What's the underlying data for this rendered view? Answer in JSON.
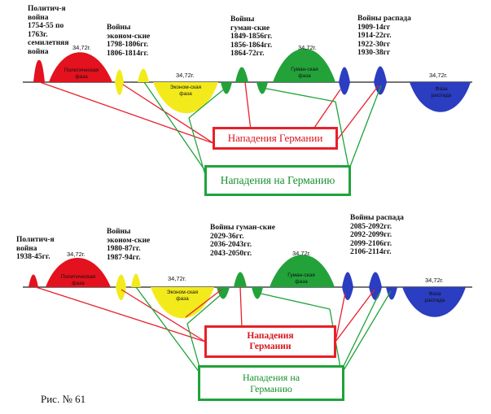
{
  "colors": {
    "political": "#e3121e",
    "economic": "#f3ea1c",
    "humanitarian": "#23a23a",
    "decay": "#2b3dc0",
    "attacks_by": "#e8202a",
    "attacks_on": "#1fa33a"
  },
  "top": {
    "labels": {
      "political_wars": "Политич-я\nвойна\n1754-55 по\n1763г.\nсемилетняя\nвойна",
      "economic_wars": "Войны\nэконом-ские\n1798-1806гг.\n1806-1814гг.",
      "humanitarian_wars": "Войны\nгуман-ские\n1849-1856гг.\n1856-1864гг.\n1864-72гг.",
      "decay_wars": "Войны распада\n1909-14гг\n1914-22гг.\n1922-30гг\n1930-38гг"
    },
    "phases": {
      "political": "Политическая\nфаза",
      "economic": "Эконом-ская\nфаза",
      "humanitarian": "Гуман-ская\nфаза",
      "decay": "Фаза\nраспада"
    },
    "durations": [
      "34,72г.",
      "34,72г.",
      "34,72г.",
      "34,72г."
    ],
    "box_red": "Нападения Германии",
    "box_green": "Нападения на Германию"
  },
  "bottom": {
    "labels": {
      "political_wars": "Политич-я\nвойна\n1938-45гг.",
      "economic_wars": "Войны\nэконом-ские\n1980-87гг.\n1987-94гг.",
      "humanitarian_wars": "Войны гуман-ские\n2029-36гг.\n2036-2043гг.\n2043-2050гг.",
      "decay_wars": "Войны распада\n2085-2092гг.\n2092-2099гг.\n2099-2106гг.\n2106-2114гг."
    },
    "phases": {
      "political": "Политическая\nфаза",
      "economic": "Эконом-ская\nфаза",
      "humanitarian": "Гуман-ская\nфаза",
      "decay": "Фаза\nраспада"
    },
    "durations": [
      "34,72г.",
      "34,72г.",
      "34,72г.",
      "34,72г."
    ],
    "box_red": "Нападения\nГермании",
    "box_green": "Нападения на\nГерманию"
  },
  "caption": "Рис. № 61"
}
